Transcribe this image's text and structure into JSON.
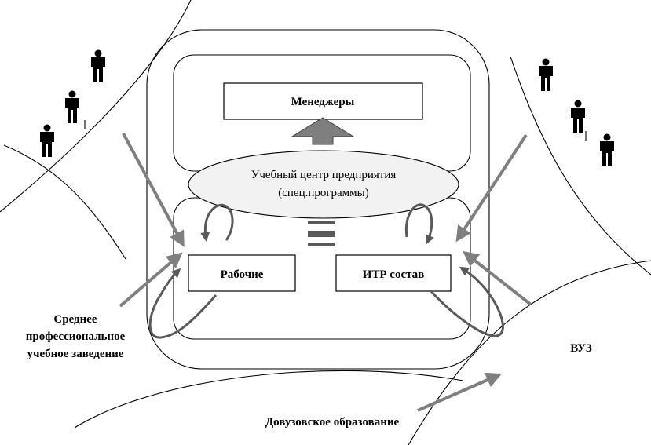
{
  "diagram": {
    "managers_label": "Менеджеры",
    "training_center_line1": "Учебный центр предприятия",
    "training_center_line2": "(спец.программы)",
    "workers_label": "Рабочие",
    "itr_label": "ИТР состав",
    "secondary_line1": "Среднее",
    "secondary_line2": "профессиональное",
    "secondary_line3": "учебное заведение",
    "university_label": "ВУЗ",
    "preuniversity_label": "Довузовское образование"
  },
  "colors": {
    "arrow": "#7f7f7f",
    "arrow_dark": "#595959",
    "ellipse_fill": "#f2f2f2",
    "line": "#000000"
  },
  "icons": [
    "person-icon"
  ]
}
